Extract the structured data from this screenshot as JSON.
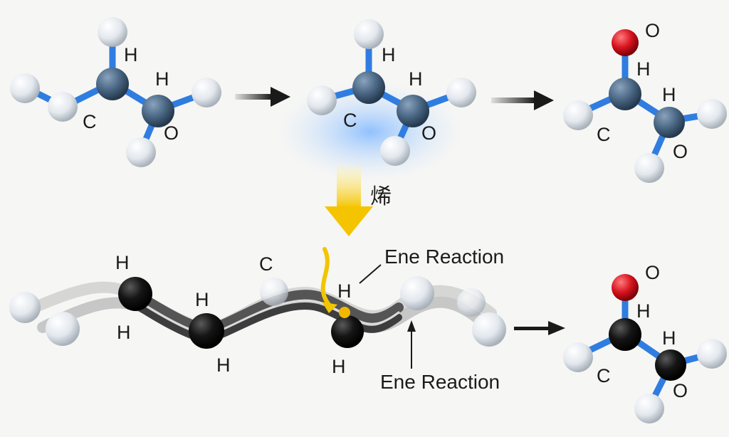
{
  "labels": {
    "hydrogen": "H",
    "carbon": "C",
    "oxygen": "O",
    "ene_glyph": "烯",
    "ene_reaction": "Ene Reaction"
  },
  "colors": {
    "background": "#f6f6f4",
    "carbon_blue": "#4a6784",
    "bond_blue": "#2f7de0",
    "hydrogen": "#e9eef3",
    "oxygen": "#d7141e",
    "carbon_black": "#111111",
    "glow": "#8fc3ff",
    "arrow_yellow": "#f5c400",
    "arrow_dark": "#1a1a1a",
    "chain_gray": "#555555"
  }
}
